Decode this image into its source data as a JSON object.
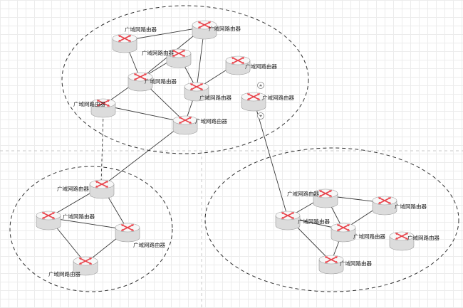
{
  "colors": {
    "router_top": "#f7f7f7",
    "router_side": "#dcdcdc",
    "router_mark": "#e8434b",
    "link": "#3a3a3a",
    "boundary": "#333333"
  },
  "routers": {
    "r1": {
      "label": "广域网路由器",
      "icon": "router-icon"
    },
    "r2": {
      "label": "广域网路由器",
      "icon": "router-icon"
    },
    "r3": {
      "label": "广域网路由器",
      "icon": "router-icon"
    },
    "r4": {
      "label": "广域网路由器",
      "icon": "router-icon"
    },
    "r5": {
      "label": "广域网路由器",
      "icon": "router-icon"
    },
    "r6": {
      "label": "广域网路由器",
      "icon": "router-icon"
    },
    "r7": {
      "label": "广域网路由器",
      "icon": "router-icon"
    },
    "r8": {
      "label": "广域网路由器",
      "icon": "router-icon"
    },
    "r9": {
      "label": "广域网路由器",
      "icon": "router-icon"
    },
    "r10": {
      "label": "广域网路由器",
      "icon": "router-icon"
    },
    "r11": {
      "label": "广域网路由器",
      "icon": "router-icon"
    },
    "r12": {
      "label": "广域网路由器",
      "icon": "router-icon"
    },
    "r13": {
      "label": "广域网路由器",
      "icon": "router-icon"
    },
    "r14": {
      "label": "广域网路由器",
      "icon": "router-icon"
    },
    "r15": {
      "label": "广域网路由器",
      "icon": "router-icon"
    },
    "r16": {
      "label": "广域网路由器",
      "icon": "router-icon"
    },
    "r17": {
      "label": "广域网路由器",
      "icon": "router-icon"
    },
    "r18": {
      "label": "广域网路由器",
      "icon": "router-icon"
    }
  },
  "selection_handles": {
    "up": "arrow-up-icon",
    "down": "arrow-down-icon"
  }
}
